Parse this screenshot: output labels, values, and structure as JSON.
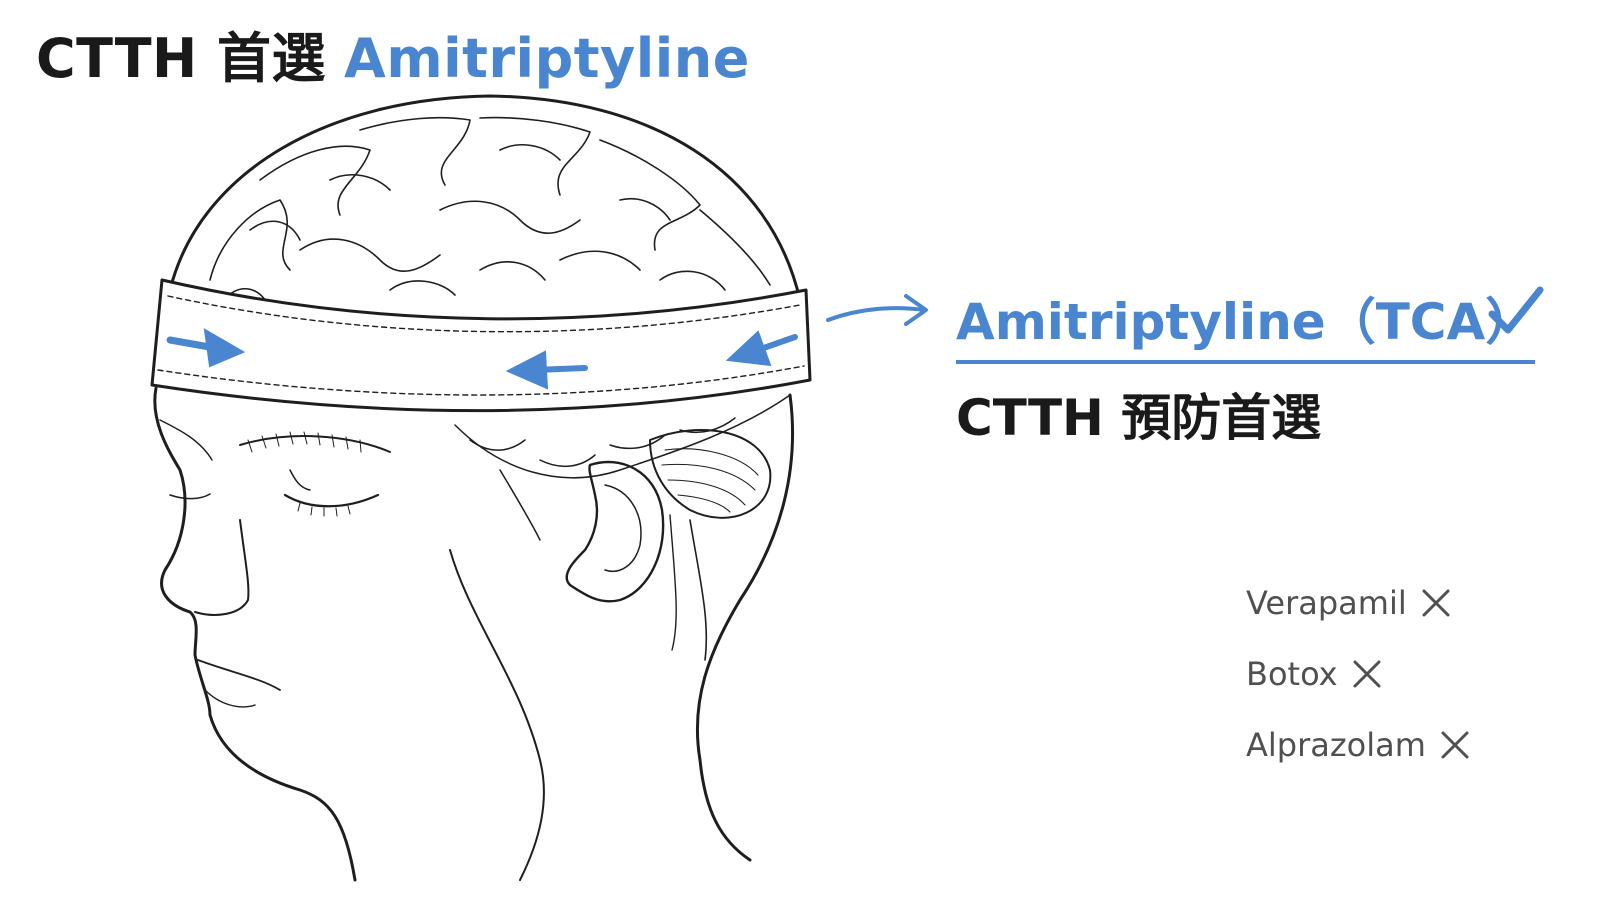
{
  "title": {
    "prefix": "CTTH 首選",
    "drug": "Amitriptyline"
  },
  "answer": {
    "label": "Amitriptyline（TCA）",
    "subtitle": "CTTH 預防首選",
    "check_icon": "check-icon"
  },
  "wrong_options": [
    {
      "label": "Verapamil",
      "icon": "x-icon"
    },
    {
      "label": "Botox",
      "icon": "x-icon"
    },
    {
      "label": "Alprazolam",
      "icon": "x-icon"
    }
  ],
  "colors": {
    "accent": "#4a86d0",
    "text_dark": "#1a1a1a",
    "text_grey": "#505050",
    "line": "#1e1e1e"
  }
}
